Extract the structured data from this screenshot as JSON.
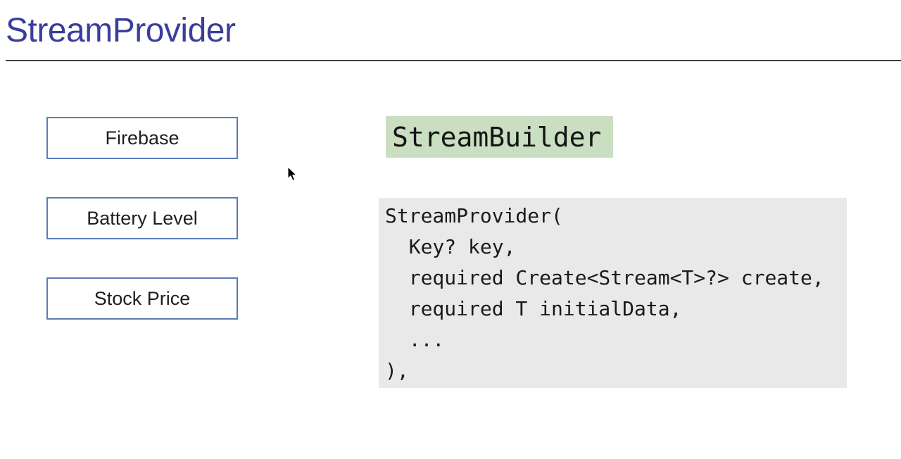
{
  "title": "StreamProvider",
  "left_boxes": [
    {
      "label": "Firebase"
    },
    {
      "label": "Battery Level"
    },
    {
      "label": "Stock Price"
    }
  ],
  "stream_builder_label": "StreamBuilder",
  "code": {
    "lines": [
      "StreamProvider(",
      "  Key? key,",
      "  required Create<Stream<T>?> create,",
      "  required T initialData,",
      "  ...",
      "),"
    ]
  },
  "icons": {
    "cursor": "arrow-pointer-icon"
  },
  "colors": {
    "title_text": "#3a3e9b",
    "divider": "#404040",
    "box_border": "#5b7cb8",
    "box_text": "#1f1f1f",
    "highlight_green": "#cadfc1",
    "code_background": "#e9e9e9",
    "code_text": "#1a1a1a"
  }
}
